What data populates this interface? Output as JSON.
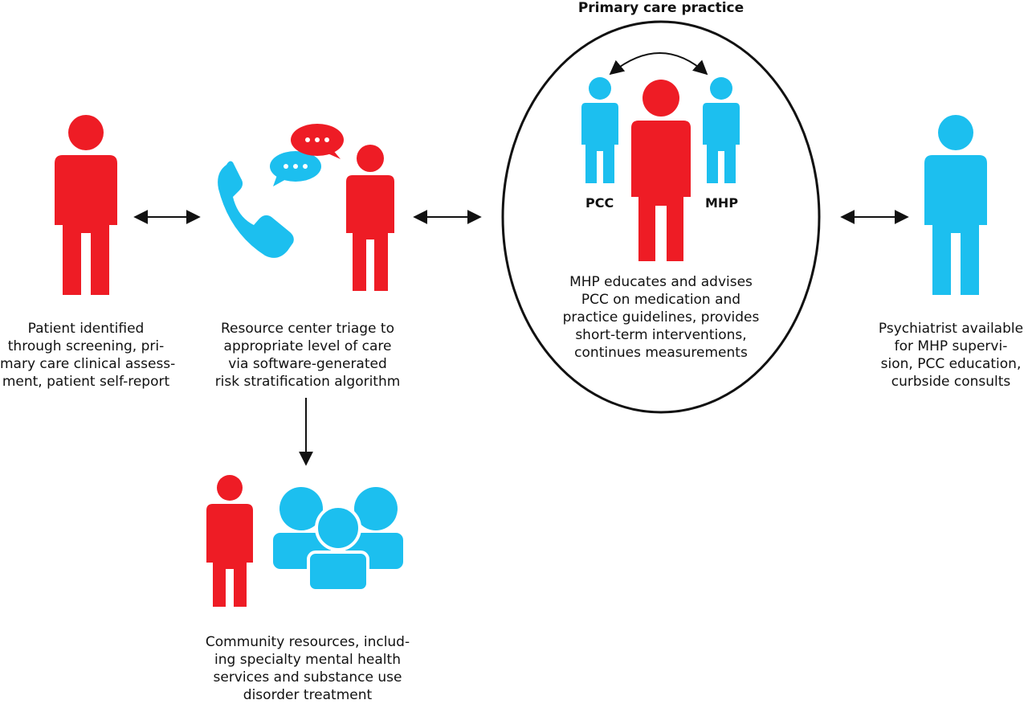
{
  "colors": {
    "red": "#ee1c25",
    "blue": "#1cbfef",
    "ink": "#111111"
  },
  "practice_title": "Primary care practice",
  "roles": {
    "pcc": "PCC",
    "mhp": "MHP"
  },
  "captions": {
    "patient": [
      "Patient identified",
      "through screening, pri-",
      "mary care clinical assess-",
      "ment, patient self-report"
    ],
    "resource": [
      "Resource center triage to",
      "appropriate level of care",
      "via software-generated",
      "risk stratification algorithm"
    ],
    "practice": [
      "MHP educates and advises",
      "PCC on medication and",
      "practice guidelines, provides",
      "short-term interventions,",
      "continues measurements"
    ],
    "psychiatrist": [
      "Psychiatrist available",
      "for MHP supervi-",
      "sion, PCC education,",
      "curbside consults"
    ],
    "community": [
      "Community resources, includ-",
      "ing specialty mental health",
      "services and substance use",
      "disorder treatment"
    ]
  },
  "icons": [
    "person-icon",
    "phone-icon",
    "chat-bubble-icon",
    "group-icon",
    "double-arrow-icon"
  ]
}
